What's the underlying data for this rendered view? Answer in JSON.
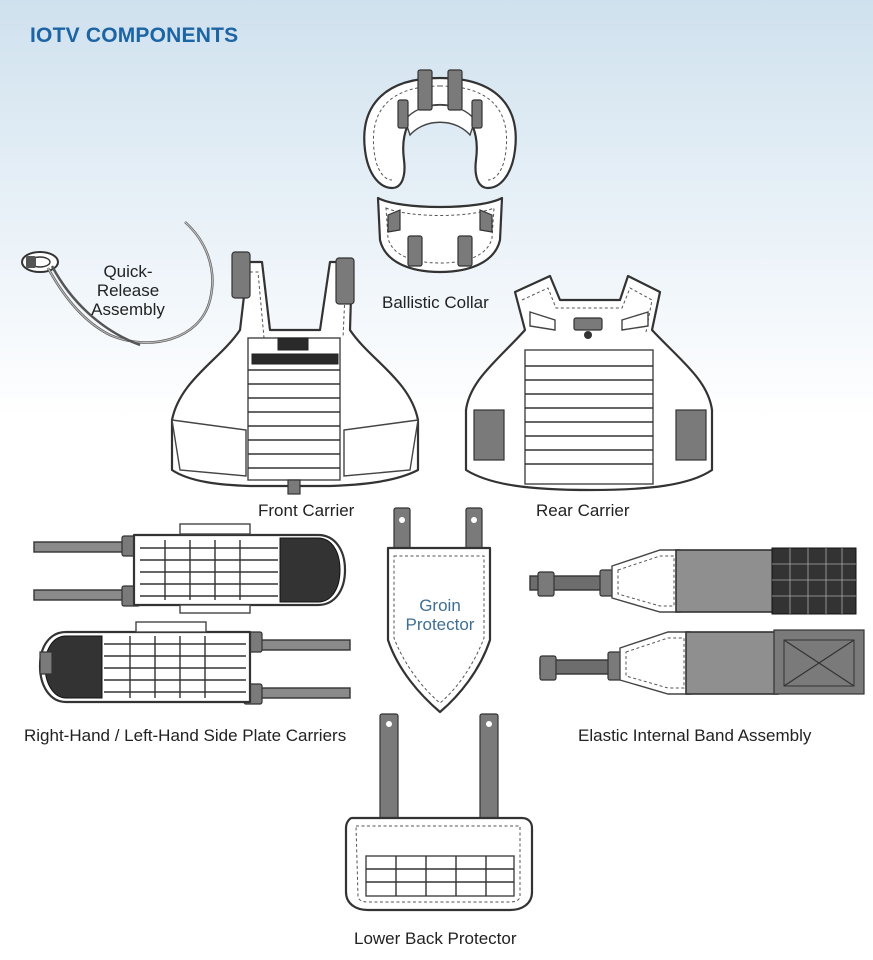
{
  "title": "IOTV COMPONENTS",
  "labels": {
    "quick_release": "Quick-\nRelease\nAssembly",
    "ballistic_collar": "Ballistic Collar",
    "front_carrier": "Front Carrier",
    "rear_carrier": "Rear Carrier",
    "groin_protector": "Groin\nProtector",
    "side_plate_carriers": "Right-Hand / Left-Hand Side Plate Carriers",
    "elastic_band": "Elastic Internal Band Assembly",
    "lower_back": "Lower Back Protector"
  },
  "colors": {
    "title": "#1d64a5",
    "groin_label": "#3f6f95",
    "label": "#222222"
  }
}
